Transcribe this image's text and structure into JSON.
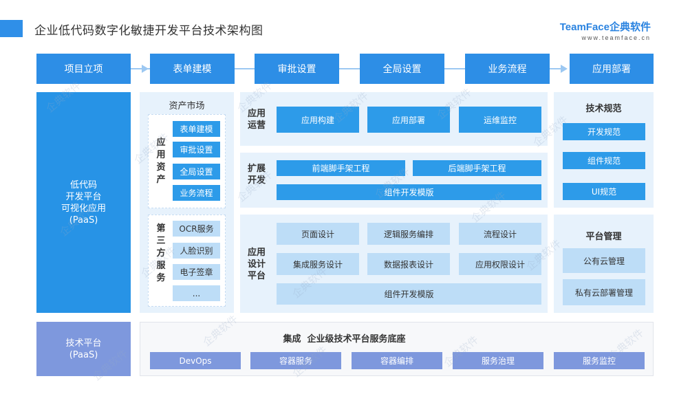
{
  "header": {
    "title": "企业低代码数字化敏捷开发平台技术架构图",
    "logo_main": "TeamFace企典软件",
    "logo_sub": "www.teamface.cn"
  },
  "flow": [
    "项目立项",
    "表单建模",
    "审批设置",
    "全局设置",
    "业务流程",
    "应用部署"
  ],
  "left_main": {
    "lines": [
      "低代码",
      "开发平台",
      "可视化应用",
      "(PaaS)"
    ]
  },
  "left_tech": {
    "lines": [
      "技术平台",
      "(PaaS)"
    ]
  },
  "asset_market": {
    "title": "资产市场",
    "app_assets": {
      "label": [
        "应",
        "用",
        "资",
        "产"
      ],
      "items": [
        "表单建模",
        "审批设置",
        "全局设置",
        "业务流程"
      ]
    },
    "third_party": {
      "label": [
        "第",
        "三",
        "方",
        "服",
        "务"
      ],
      "items": [
        "OCR服务",
        "人脸识别",
        "电子签章",
        "..."
      ]
    }
  },
  "app_ops": {
    "label": [
      "应用",
      "运营"
    ],
    "items": [
      "应用构建",
      "应用部署",
      "运维监控"
    ]
  },
  "ext_dev": {
    "label": [
      "扩展",
      "开发"
    ],
    "items": [
      "前端脚手架工程",
      "后端脚手架工程"
    ],
    "wide": "组件开发模版"
  },
  "app_design": {
    "label": [
      "应用",
      "设计",
      "平台"
    ],
    "items": [
      "页面设计",
      "逻辑服务编排",
      "流程设计",
      "集成服务设计",
      "数据报表设计",
      "应用权限设计"
    ],
    "wide": "组件开发模版"
  },
  "tech_spec": {
    "title": "技术规范",
    "items": [
      "开发规范",
      "组件规范",
      "UI规范"
    ]
  },
  "platform_mgmt": {
    "title": "平台管理",
    "items": [
      "公有云管理",
      "私有云部署管理"
    ]
  },
  "integration": {
    "title": "集成  企业级技术平台服务底座",
    "items": [
      "DevOps",
      "容器服务",
      "容器编排",
      "服务治理",
      "服务监控"
    ]
  },
  "watermark_text": "企典软件",
  "colors": {
    "primary": "#2d8ee6",
    "light_panel": "#e7f2fc",
    "purple": "#7e98dd"
  }
}
